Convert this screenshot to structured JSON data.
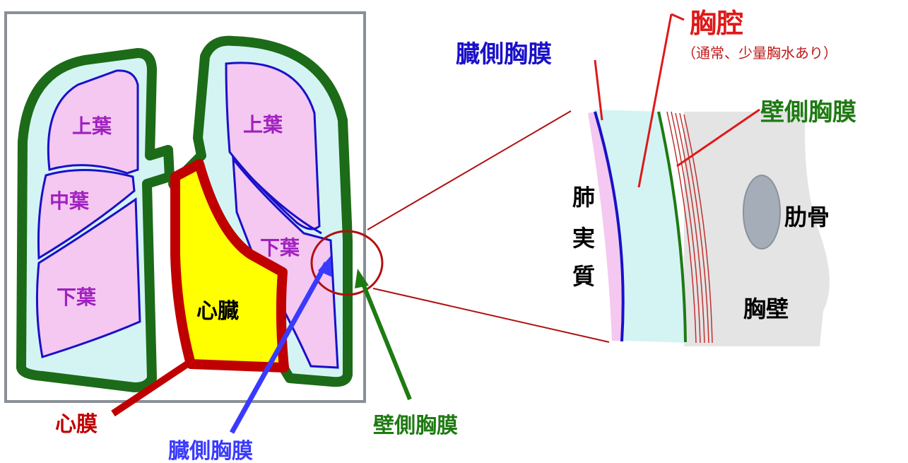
{
  "lobes": {
    "right_upper": "上葉",
    "left_upper": "上葉",
    "right_middle": "中葉",
    "right_lower": "下葉",
    "left_lower": "下葉",
    "heart": "心臓"
  },
  "callouts": {
    "pericardium": "心膜",
    "visceral_pleura": "臓側胸膜",
    "parietal_pleura": "壁側胸膜"
  },
  "detail": {
    "visceral_pleura": "臓側胸膜",
    "pleural_cavity": "胸腔",
    "pleural_cavity_note": "（通常、少量胸水あり）",
    "parietal_pleura": "壁側胸膜",
    "lung_parenchyma": [
      "肺",
      "実",
      "質"
    ],
    "rib": "肋骨",
    "chest_wall": "胸壁"
  },
  "colors": {
    "lobe_text": "#a020c0",
    "pericardium": "#c00000",
    "visceral": "#1a10c8",
    "parietal": "#1e7a12",
    "callout_blue": "#3a3aff",
    "pleural_outline": "#1c6b18",
    "lung_fill": "#f4c8f0",
    "cavity_fill": "#d4f4f4",
    "heart_fill": "#ffff00",
    "chest_wall_fill": "#e4e4e4",
    "rib_fill": "#a4adb8",
    "zoom_line": "#b01010"
  }
}
